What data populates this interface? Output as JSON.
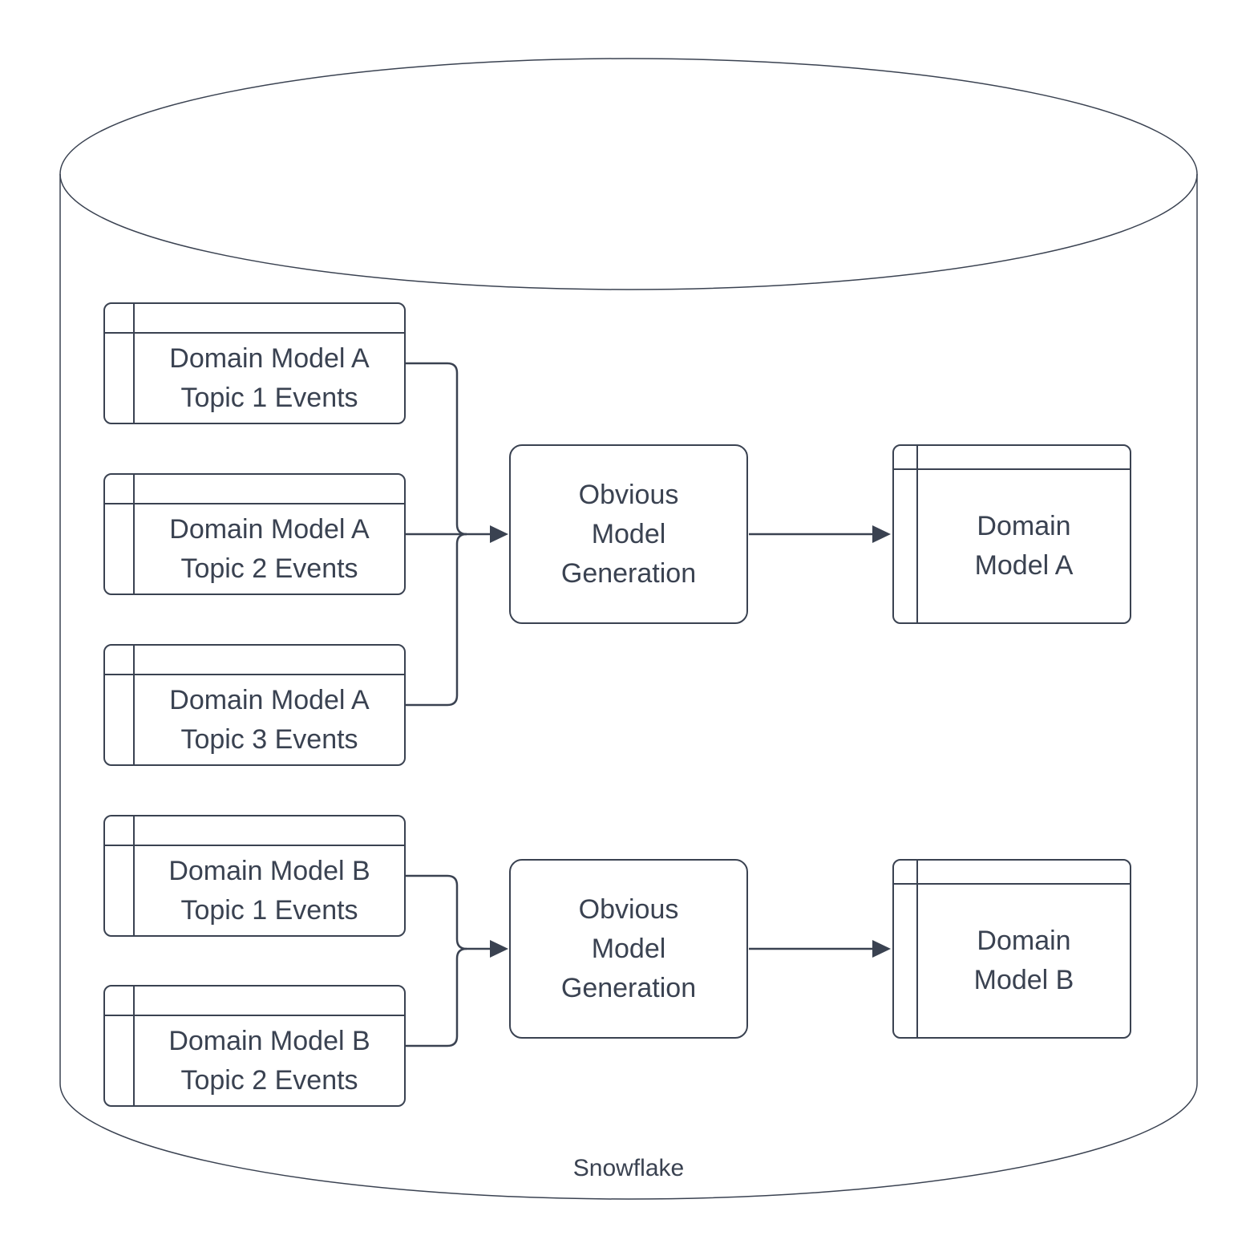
{
  "colors": {
    "stroke": "#3A4251",
    "text": "#3A4251",
    "background": "#FFFFFF"
  },
  "cylinder": {
    "label": "Snowflake"
  },
  "tables": [
    {
      "label": "Domain Model A\nTopic 1 Events"
    },
    {
      "label": "Domain Model A\nTopic 2 Events"
    },
    {
      "label": "Domain Model A\nTopic 3 Events"
    },
    {
      "label": "Domain Model B\nTopic 1 Events"
    },
    {
      "label": "Domain Model B\nTopic 2 Events"
    }
  ],
  "processes": [
    {
      "label": "Obvious\nModel\nGeneration"
    },
    {
      "label": "Obvious\nModel\nGeneration"
    }
  ],
  "outputs": [
    {
      "label": "Domain\nModel A"
    },
    {
      "label": "Domain\nModel B"
    }
  ]
}
